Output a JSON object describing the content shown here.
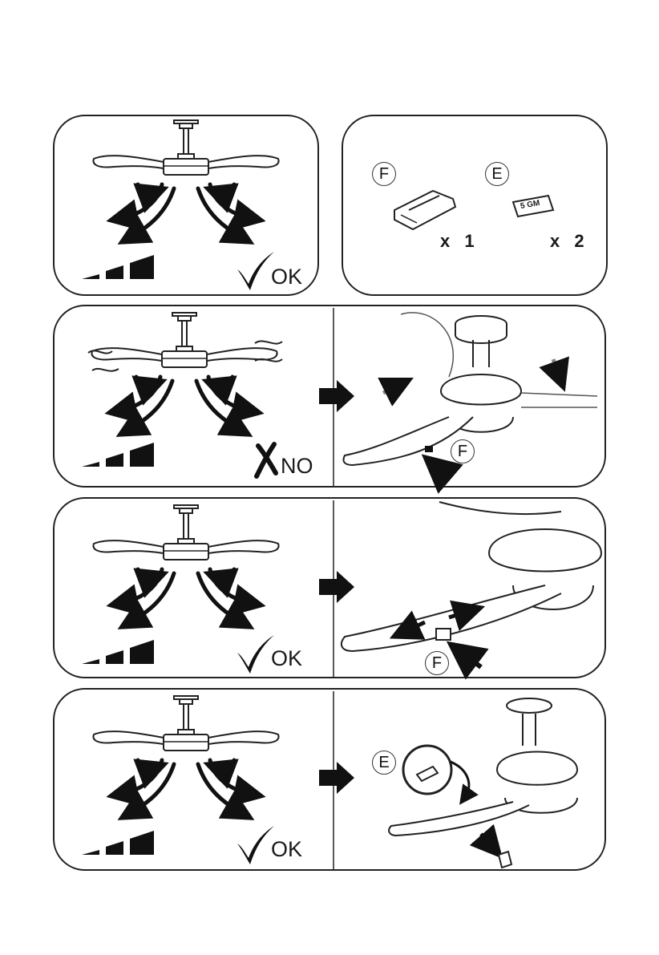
{
  "balanced_label": "OK",
  "unbalanced_label": "NO",
  "kit": {
    "clip": {
      "letter": "F",
      "qty": "x 1"
    },
    "weight": {
      "letter": "E",
      "qty": "x 2",
      "tag": "5 GM"
    }
  },
  "step1": {
    "part_letter": "F"
  },
  "step2": {
    "part_letter": "F"
  },
  "step3": {
    "part_letter": "E"
  }
}
